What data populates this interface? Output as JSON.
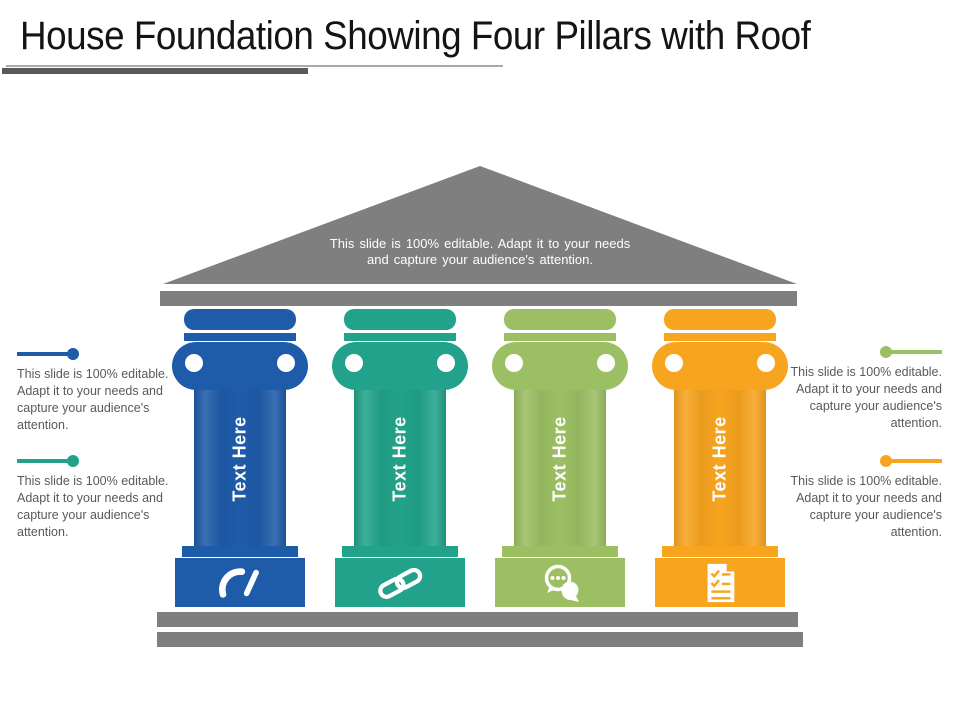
{
  "title": "House Foundation Showing Four Pillars with Roof",
  "roof": {
    "text": "This slide is 100% editable. Adapt it to your needs and capture your audience's attention."
  },
  "pillars": [
    {
      "label": "Text Here",
      "icon": "gauge-icon",
      "color": "#1E5BA9"
    },
    {
      "label": "Text Here",
      "icon": "chain-icon",
      "color": "#22A28A"
    },
    {
      "label": "Text Here",
      "icon": "chat-icon",
      "color": "#9CBF63"
    },
    {
      "label": "Text Here",
      "icon": "checklist-icon",
      "color": "#F7A41F"
    }
  ],
  "annotations": {
    "left_top": {
      "text": "This slide is 100% editable. Adapt it to your needs and capture your audience's attention.",
      "accent": "#1E5BA9"
    },
    "left_bottom": {
      "text": "This slide is 100% editable. Adapt it to your needs and capture your audience's attention.",
      "accent": "#22A28A"
    },
    "right_top": {
      "text": "This slide is 100% editable. Adapt it to your needs and capture your audience's attention.",
      "accent": "#9CBF63"
    },
    "right_bottom": {
      "text": "This slide is 100% editable. Adapt it to your needs and capture your audience's attention.",
      "accent": "#F7A41F"
    }
  },
  "colors": {
    "structure_gray": "#7F7F7F",
    "underline_dark": "#595959",
    "underline_light": "#A9A9A9",
    "annotation_text": "#595959",
    "title_text": "#141414"
  }
}
